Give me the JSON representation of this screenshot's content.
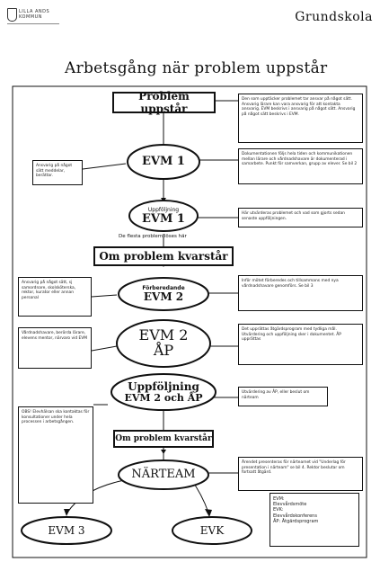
{
  "header": {
    "logo_text": "LILLA ANDS KOMMUN",
    "logo_subtext": "",
    "title_right": "Grundskola"
  },
  "page_title": "Arbetsgång när problem uppstår",
  "flow": {
    "problem_uppstar": "Problem  uppstår",
    "evm1": "EVM 1",
    "uppfoljning_evm1_small": "Uppföljning",
    "uppfoljning_evm1": "EVM 1",
    "de_flesta": "De flesta problem löses här",
    "om_problem_kvarstar_1": "Om problem kvarstår",
    "forberedande_small": "Förberedande",
    "evm2": "EVM 2",
    "evm2ap_line1": "EVM 2",
    "evm2ap_line2": "ÅP",
    "uppfoljning2_line1": "Uppföljning",
    "uppfoljning2_line2": "EVM 2 och ÅP",
    "om_problem_kvarstar_2": "Om problem kvarstår",
    "narteam": "NÄRTEAM",
    "evm3": "EVM 3",
    "evk": "EVK"
  },
  "notes": {
    "n1": "Den som upptäcker problemet tar ansvar på något sätt. Ansvarig lärare kan vara ansvarig för att kontakta ansvarig. EVM beskrivs i ansvarig på något sätt. Ansvarig på något sätt beskrivs i EVM.",
    "n2": "Ansvarig på något sätt meddelar, berättar.",
    "n3": "Dokumentationen följs hela tiden och kommunikationen mellan lärare och vårdnadshavare är dokumenterad i samarbete. Punkt för samverkan, grupp av elever. Se bil 2",
    "n4": "Här utvärderas problemet och vad som gjorts sedan senaste uppföljningen.",
    "n5": "Ansvarig på något sätt, sj samordnare, skolsköterska, rektor, kurator eller annan personal",
    "n6": "Inför mötet förberedes och tillsammans med nya vårdnadshavare genomförs. Se bil 3",
    "n7": "Vårdnadshavare, berörda lärare, elevens mentor, närvaro vid EVM",
    "n8": "Det upprättas åtgärdsprogram med tydliga mål. Utvärdering och uppföljning sker i dokumentet. ÅP upprättas",
    "n9": "Utvärdering av ÅP, eller beslut om närteam",
    "n10": "OBS! Elevhälsan ska kontaktas för konsultationer under hela processen i arbetsgången.",
    "n11": "Ärendet presenteras för närteamet vid \"Underlag för presentation i närteam\" se bil 4. Rektor beslutar om fortsatt åtgärd.",
    "legend": "EVM:\nElevvårdsmöte\nEVK:\nElevvårdskonferens\nÅP: Åtgärdsprogram"
  }
}
